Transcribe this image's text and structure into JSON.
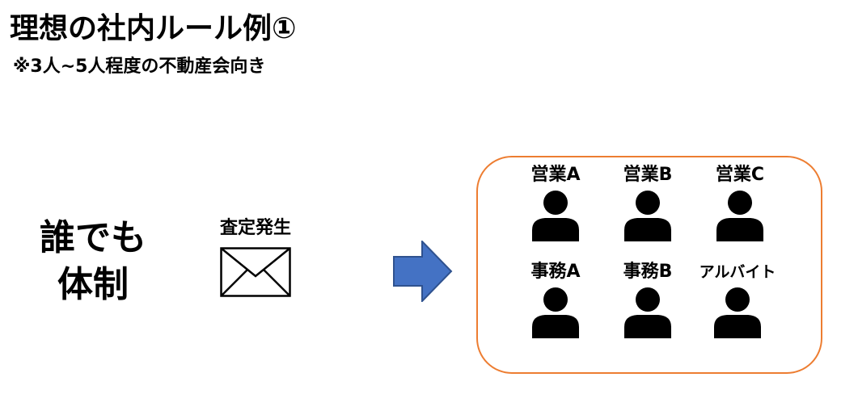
{
  "title": "理想の社内ルール例①",
  "subtitle": "※3人~5人程度の不動産会向き",
  "system": {
    "line1": "誰でも",
    "line2": "体制"
  },
  "event": {
    "label": "査定発生",
    "icon": "envelope-icon"
  },
  "flow": {
    "icon": "right-arrow-icon",
    "color": "#4472C4"
  },
  "staff_box": {
    "border_color": "#ED7D31"
  },
  "staff": [
    {
      "name": "営業A",
      "icon": "person-icon"
    },
    {
      "name": "営業B",
      "icon": "person-icon"
    },
    {
      "name": "営業C",
      "icon": "person-icon"
    },
    {
      "name": "事務A",
      "icon": "person-icon"
    },
    {
      "name": "事務B",
      "icon": "person-icon"
    },
    {
      "name": "アルバイト",
      "icon": "person-icon"
    }
  ]
}
